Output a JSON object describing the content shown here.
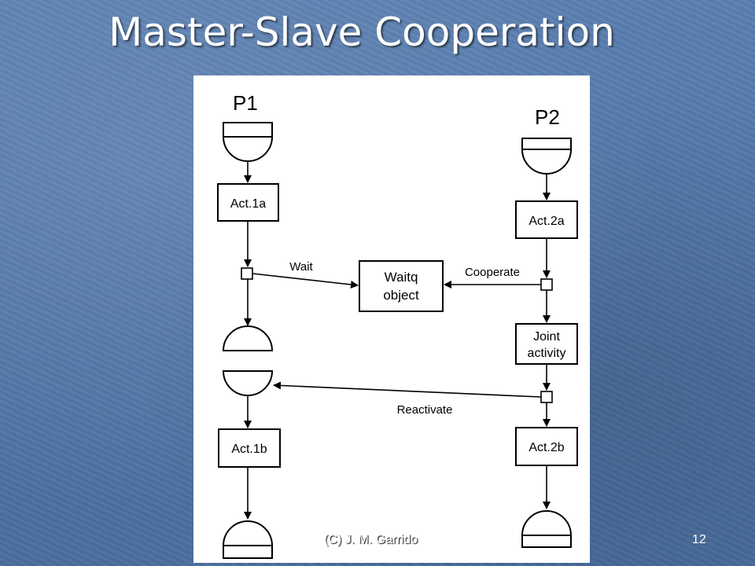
{
  "slide": {
    "title": "Master-Slave Cooperation",
    "footer": "(C) J. M. Garrido",
    "slide_number": "12"
  },
  "diagram": {
    "processes": [
      "P1",
      "P2"
    ],
    "activities": {
      "act_1a": "Act.1a",
      "act_2a": "Act.2a",
      "act_1b": "Act.1b",
      "act_2b": "Act.2b",
      "joint_line1": "Joint",
      "joint_line2": "activity"
    },
    "waitq": {
      "line1": "Waitq",
      "line2": "object"
    },
    "arrows": {
      "wait": "Wait",
      "cooperate": "Cooperate",
      "reactivate": "Reactivate"
    }
  },
  "colors": {
    "background": "#4f74a6",
    "panel": "#ffffff",
    "ink": "#000000"
  }
}
